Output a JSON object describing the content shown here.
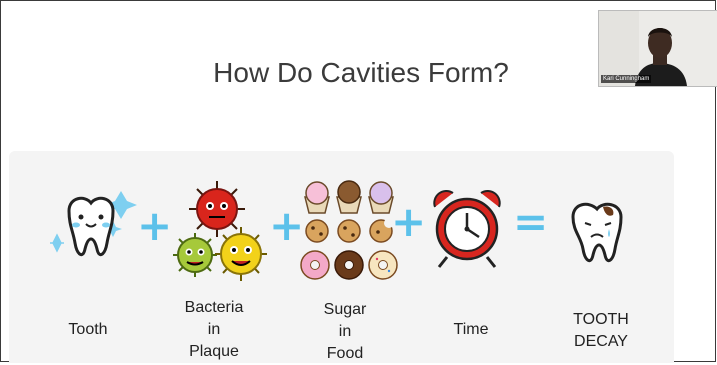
{
  "slide": {
    "title": "How Do Cavities Form?"
  },
  "equation": {
    "items": [
      {
        "id": "tooth",
        "label": "Tooth",
        "icon": "happy-tooth-icon"
      },
      {
        "id": "bacteria",
        "label_lines": [
          "Bacteria",
          "in",
          "Plaque"
        ],
        "icon": "germs-icon"
      },
      {
        "id": "sugar",
        "label_lines": [
          "Sugar",
          "in",
          "Food"
        ],
        "icon": "sweets-icon"
      },
      {
        "id": "time",
        "label": "Time",
        "icon": "alarm-clock-icon"
      },
      {
        "id": "decay",
        "label_lines": [
          "TOOTH",
          "DECAY"
        ],
        "icon": "sad-tooth-icon"
      }
    ],
    "operators": {
      "plus": "+",
      "equals": "="
    }
  },
  "video_tile": {
    "participant_name": "Kari Cunningham"
  },
  "colors": {
    "operator": "#5cc1ea",
    "sparkle": "#7ecff0",
    "germ_red": "#d9251c",
    "germ_green": "#a6c93a",
    "germ_yellow": "#f2d21a",
    "clock_red": "#d7261f"
  }
}
